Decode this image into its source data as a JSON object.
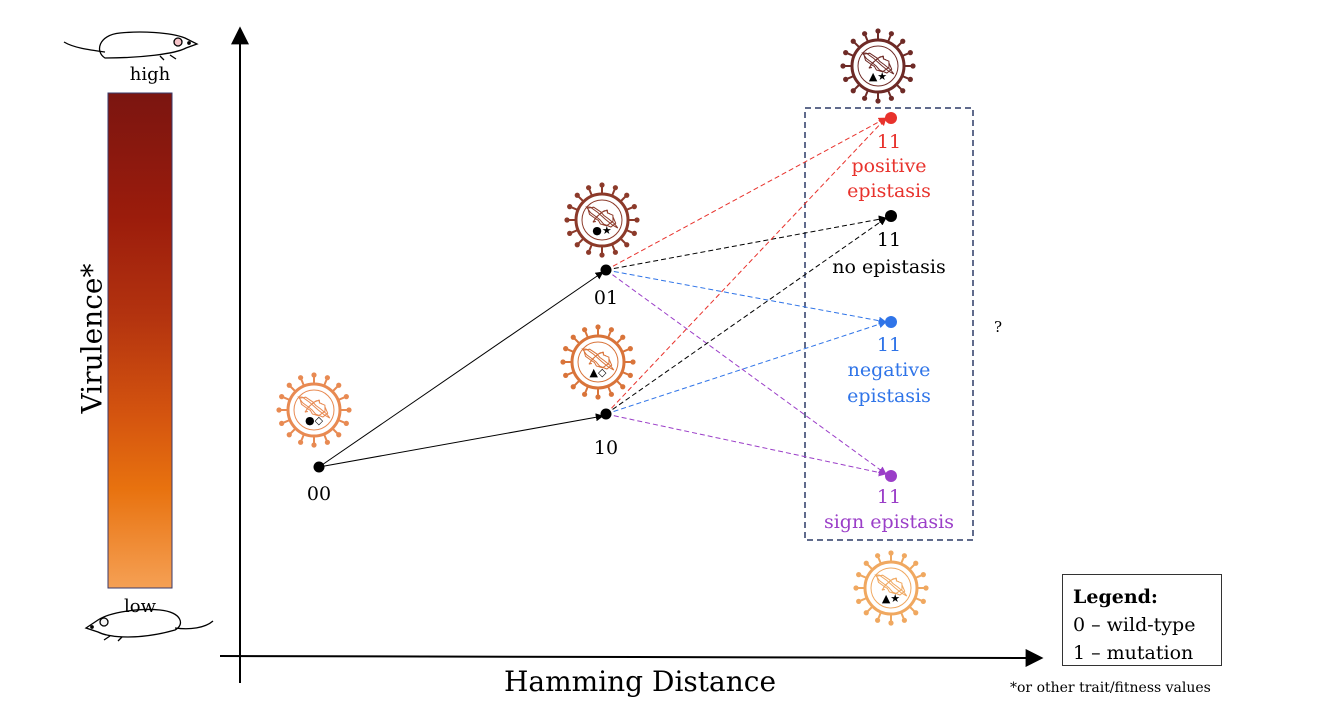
{
  "axes": {
    "x_label": "Hamming Distance",
    "y_label": "Virulence*",
    "colorbar_high": "high",
    "colorbar_low": "low",
    "colorbar_colors": [
      "#7b1510",
      "#9b1c0c",
      "#b3330f",
      "#d4540f",
      "#e8720f",
      "#f5a054"
    ]
  },
  "nodes": [
    {
      "id": "n00",
      "label": "00",
      "color": "#000000"
    },
    {
      "id": "n01",
      "label": "01",
      "color": "#000000"
    },
    {
      "id": "n10",
      "label": "10",
      "color": "#000000"
    },
    {
      "id": "n11pos",
      "label": "11",
      "caption": [
        "positive",
        "epistasis"
      ],
      "color": "#e8322c"
    },
    {
      "id": "n11no",
      "label": "11",
      "caption": [
        "no epistasis"
      ],
      "color": "#000000"
    },
    {
      "id": "n11neg",
      "label": "11",
      "caption": [
        "negative",
        "epistasis"
      ],
      "color": "#2f74e8"
    },
    {
      "id": "n11sign",
      "label": "11",
      "caption": [
        "sign epistasis"
      ],
      "color": "#9b3ec8"
    }
  ],
  "edge_colors": {
    "solid": "#000000",
    "positive": "#e8322c",
    "none": "#000000",
    "negative": "#2f74e8",
    "sign": "#9b3ec8",
    "box": "#2b3a66"
  },
  "viruses": [
    {
      "id": "v00",
      "markers": "●◇",
      "color": "#e88a52",
      "icon": "virus-icon"
    },
    {
      "id": "v01",
      "markers": "●★",
      "color": "#8c3a2a",
      "icon": "virus-icon"
    },
    {
      "id": "v10",
      "markers": "▲◇",
      "color": "#d9743a",
      "icon": "virus-icon"
    },
    {
      "id": "vtop",
      "markers": "▲★",
      "color": "#6e2a26",
      "icon": "virus-icon"
    },
    {
      "id": "vbot",
      "markers": "▲★",
      "color": "#f0a860",
      "icon": "virus-icon"
    }
  ],
  "question_mark": "?",
  "legend": {
    "title": "Legend:",
    "line1": "0 – wild-type",
    "line2": "1 – mutation"
  },
  "footnote": "*or other trait/fitness values"
}
